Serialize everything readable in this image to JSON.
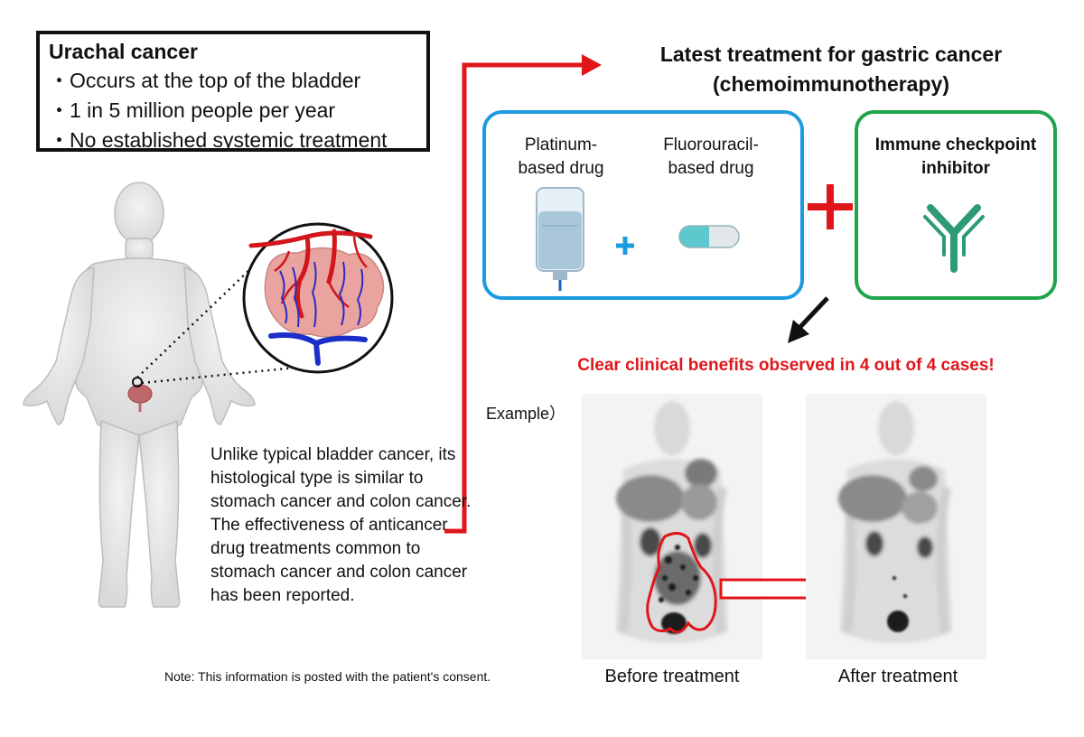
{
  "info_box": {
    "title": "Urachal cancer",
    "bullets": [
      "・Occurs at the top of the bladder",
      "・1 in 5 million people per year",
      "・No established systemic treatment"
    ]
  },
  "treatment": {
    "title_line1": "Latest treatment for gastric cancer",
    "title_line2": "(chemoimmunotherapy)",
    "drug1_line1": "Platinum-",
    "drug1_line2": "based drug",
    "drug2_line1": "Fluorouracil-",
    "drug2_line2": "based drug",
    "inhibitor_line1": "Immune checkpoint",
    "inhibitor_line2": "inhibitor"
  },
  "result": {
    "benefit": "Clear clinical benefits observed in 4 out of 4 cases!",
    "example": "Example）",
    "before_label": "Before treatment",
    "after_label": "After treatment"
  },
  "description": {
    "text": "Unlike typical bladder cancer, its histological type is similar to stomach cancer and colon cancer. The effectiveness of anticancer drug treatments common to stomach cancer and colon cancer has been reported."
  },
  "note": "Note: This information is posted with the patient's consent.",
  "colors": {
    "red": "#e0161b",
    "blue": "#1c9be0",
    "green": "#21a34a",
    "antibody": "#2e9a78",
    "capsule": "#5ec8cf"
  }
}
